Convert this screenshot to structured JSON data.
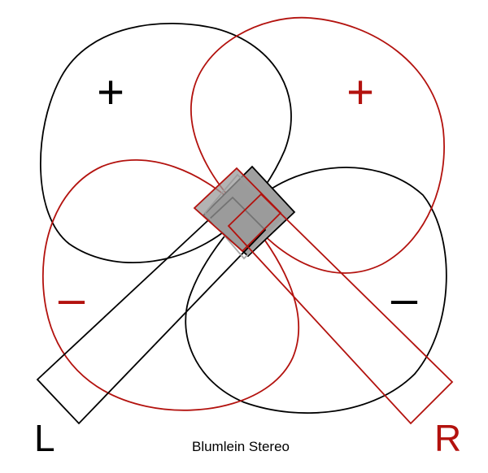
{
  "caption": "Blumlein Stereo",
  "channels": {
    "left": {
      "label": "L",
      "color": "#000000"
    },
    "right": {
      "label": "R",
      "color": "#b3120e"
    }
  },
  "lobes": {
    "left_front_sign": "+",
    "right_front_sign": "+",
    "left_rear_sign": "–",
    "right_rear_sign": "–"
  },
  "colors": {
    "black_lobe": "#000000",
    "red_lobe": "#b3120e",
    "capsule_fill": "#9a9a9a",
    "capsule_outline_light": "#a8a8a8"
  }
}
